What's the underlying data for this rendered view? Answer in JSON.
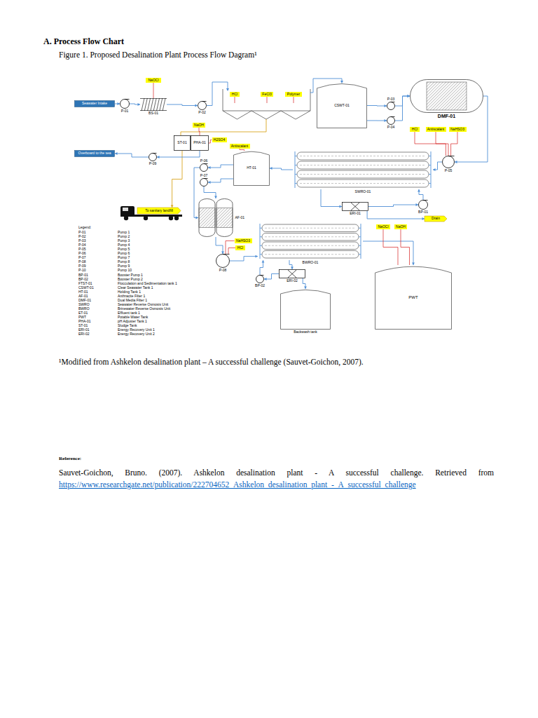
{
  "diagram": {
    "title": "A. Process Flow Chart",
    "caption": "Figure 1. Proposed Desalination Plant Process Flow Dagram¹",
    "nodes": [
      {
        "text": [
          "Seawater Intake"
        ]
      },
      {
        "text": [
          "P-01"
        ]
      },
      {
        "text": [
          "BS-01"
        ]
      },
      {
        "text": [
          "NaOCl"
        ]
      },
      {
        "text": [
          "P-02"
        ]
      },
      {
        "text": [
          "HCl"
        ]
      },
      {
        "text": [
          "FeCl3"
        ]
      },
      {
        "text": [
          "Polymer"
        ]
      },
      {
        "text": [
          "CSWT-01"
        ]
      },
      {
        "text": [
          "P-03"
        ]
      },
      {
        "text": [
          "P-04"
        ]
      },
      {
        "text": [
          "DMF-01"
        ]
      },
      {
        "text": [
          "HCl"
        ]
      },
      {
        "text": [
          "Antiscalant"
        ]
      },
      {
        "text": [
          "NaHSO3"
        ]
      },
      {
        "text": [
          "P-05"
        ]
      },
      {
        "text": [
          "ST-01"
        ]
      },
      {
        "text": [
          "PHA-01"
        ]
      },
      {
        "text": [
          "NaOH"
        ]
      },
      {
        "text": [
          "H2SO4"
        ]
      },
      {
        "text": [
          "Overboard to the sea"
        ]
      },
      {
        "text": [
          "P-09"
        ]
      },
      {
        "text": [
          "To sanitary landfill"
        ]
      },
      {
        "text": [
          "Antiscalant"
        ]
      },
      {
        "text": [
          "HT-01"
        ]
      },
      {
        "text": [
          "P-06"
        ]
      },
      {
        "text": [
          "P-07"
        ]
      },
      {
        "text": [
          "SWRO-01"
        ]
      },
      {
        "text": [
          "ERI-01"
        ]
      },
      {
        "text": [
          "BP-01"
        ]
      },
      {
        "text": [
          "Drain"
        ]
      },
      {
        "text": [
          "AF-01"
        ]
      },
      {
        "text": [
          "NaHSO3"
        ]
      },
      {
        "text": [
          "HCl"
        ]
      },
      {
        "text": [
          "BWRO-01"
        ]
      },
      {
        "text": [
          "NaOCl"
        ]
      },
      {
        "text": [
          "NaOH"
        ]
      },
      {
        "text": [
          "P-08"
        ]
      },
      {
        "text": [
          "ERI-02"
        ]
      },
      {
        "text": [
          "BP-02"
        ]
      },
      {
        "text": [
          "Backwash tank"
        ]
      },
      {
        "text": [
          "PWT"
        ]
      }
    ],
    "edges": [
      {
        "from": 0,
        "to": 1,
        "arrow": "to"
      },
      {
        "from": 1,
        "to": 2,
        "arrow": "to"
      },
      {
        "from": 3,
        "to": 2,
        "arrow": "none"
      },
      {
        "from": 2,
        "to": 4,
        "arrow": "to"
      },
      {
        "from": 8,
        "to": 9,
        "arrow": "to"
      },
      {
        "from": 8,
        "to": 10,
        "arrow": "to"
      },
      {
        "from": 9,
        "to": 11,
        "arrow": "to"
      },
      {
        "from": 10,
        "to": 11,
        "arrow": "to"
      },
      {
        "from": 11,
        "to": 15,
        "arrow": "to"
      },
      {
        "from": 12,
        "to": 15,
        "arrow": "none"
      },
      {
        "from": 13,
        "to": 15,
        "arrow": "none"
      },
      {
        "from": 14,
        "to": 15,
        "arrow": "none"
      },
      {
        "from": 15,
        "to": 27,
        "arrow": "to"
      },
      {
        "from": 27,
        "to": 24,
        "arrow": "to"
      },
      {
        "from": 24,
        "to": 25,
        "arrow": "to"
      },
      {
        "from": 24,
        "to": 26,
        "arrow": "to"
      },
      {
        "from": 25,
        "to": 31,
        "arrow": "to"
      },
      {
        "from": 26,
        "to": 31,
        "arrow": "to"
      },
      {
        "from": 27,
        "to": 28,
        "arrow": "to"
      },
      {
        "from": 28,
        "to": 29,
        "arrow": "to"
      },
      {
        "from": 29,
        "to": 27,
        "arrow": "to"
      },
      {
        "from": 28,
        "to": 30,
        "arrow": "to"
      },
      {
        "from": 18,
        "to": 17,
        "arrow": "none"
      },
      {
        "from": 19,
        "to": 17,
        "arrow": "none"
      },
      {
        "from": 16,
        "to": 22,
        "arrow": "to"
      },
      {
        "from": 17,
        "to": 21,
        "arrow": "to"
      },
      {
        "from": 21,
        "to": 20,
        "arrow": "to"
      },
      {
        "from": 23,
        "to": 24,
        "arrow": "none"
      },
      {
        "from": 31,
        "to": 37,
        "arrow": "to"
      },
      {
        "from": 32,
        "to": 37,
        "arrow": "none"
      },
      {
        "from": 33,
        "to": 37,
        "arrow": "none"
      },
      {
        "from": 37,
        "to": 34,
        "arrow": "to"
      },
      {
        "from": 34,
        "to": 38,
        "arrow": "to"
      },
      {
        "from": 38,
        "to": 39,
        "arrow": "to"
      },
      {
        "from": 39,
        "to": 34,
        "arrow": "to"
      },
      {
        "from": 38,
        "to": 40,
        "arrow": "to"
      },
      {
        "from": 34,
        "to": 41,
        "arrow": "to"
      },
      {
        "from": 35,
        "to": 41,
        "arrow": "none"
      },
      {
        "from": 36,
        "to": 41,
        "arrow": "none"
      }
    ],
    "labels": [
      "Legend:",
      "P-01",
      "Pump 1",
      "P-02",
      "Pump 2",
      "P-03",
      "Pump 3",
      "P-04",
      "Pump 4",
      "P-05",
      "Pump 5",
      "P-06",
      "Pump 6",
      "P-07",
      "Pump 7",
      "P-08",
      "Pump 8",
      "P-09",
      "Pump 9",
      "P-10",
      "Pump 10",
      "BP-01",
      "Booster Pump 1",
      "BP-02",
      "Booster Pump 2",
      "FTST-01",
      "Flocculation and Sedimentation tank 1",
      "CSWT-01",
      "Clear Seawater Tank 1",
      "HT-01",
      "Holding Tank 1",
      "AF-01",
      "Anthracite Filter 1",
      "DMF-01",
      "Dual Media Filter 1",
      "SWRO",
      "Seawater Reverse Osmosis Unit",
      "BWRO",
      "Brinewater Reverse Osmosis Unit",
      "ET-01",
      "Effluent tank 1",
      "PWT",
      "Potable Water Tank",
      "PHA-01",
      "pH Adjuster Tank 1",
      "ST-01",
      "Sludge Tank",
      "ERI-01",
      "Energy Recovery Unit 1",
      "ERI-02",
      "Energy Recovery Unit 2",
      "¹Modified from Ashkelon desalination plant – A successful challenge (Sauvet-Goichon, 2007).",
      "Reference:",
      "Sauvet-Goichon, Bruno. (2007). Ashkelon desalination plant - A successful challenge. Retrieved from",
      "https://www.researchgate.net/publication/222704652_Ashkelon_desalination_plant_-_A_successful_challenge"
    ]
  }
}
